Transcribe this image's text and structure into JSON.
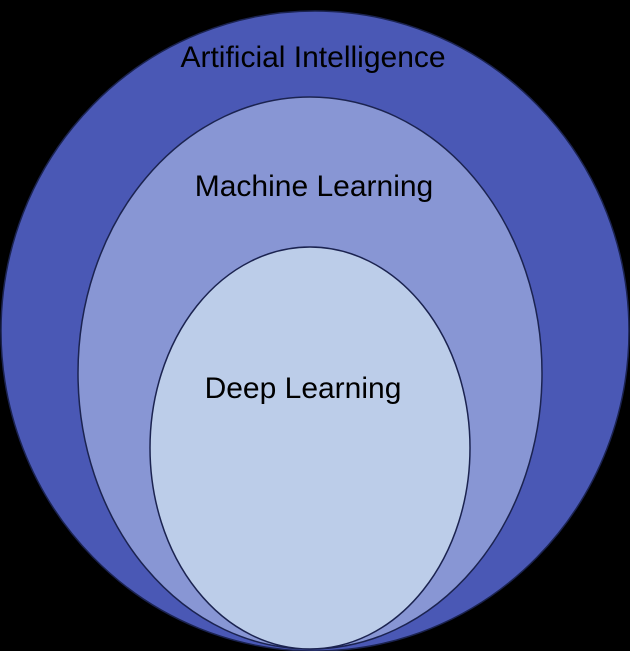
{
  "diagram": {
    "background": "#000000",
    "sets": [
      {
        "id": "ai",
        "label": "Artificial Intelligence",
        "fill": "#4a58b5",
        "stroke": "#1b2350"
      },
      {
        "id": "ml",
        "label": "Machine Learning",
        "fill": "#8896d4",
        "stroke": "#1b2350"
      },
      {
        "id": "dl",
        "label": "Deep Learning",
        "fill": "#bccde9",
        "stroke": "#1b2350"
      }
    ]
  }
}
